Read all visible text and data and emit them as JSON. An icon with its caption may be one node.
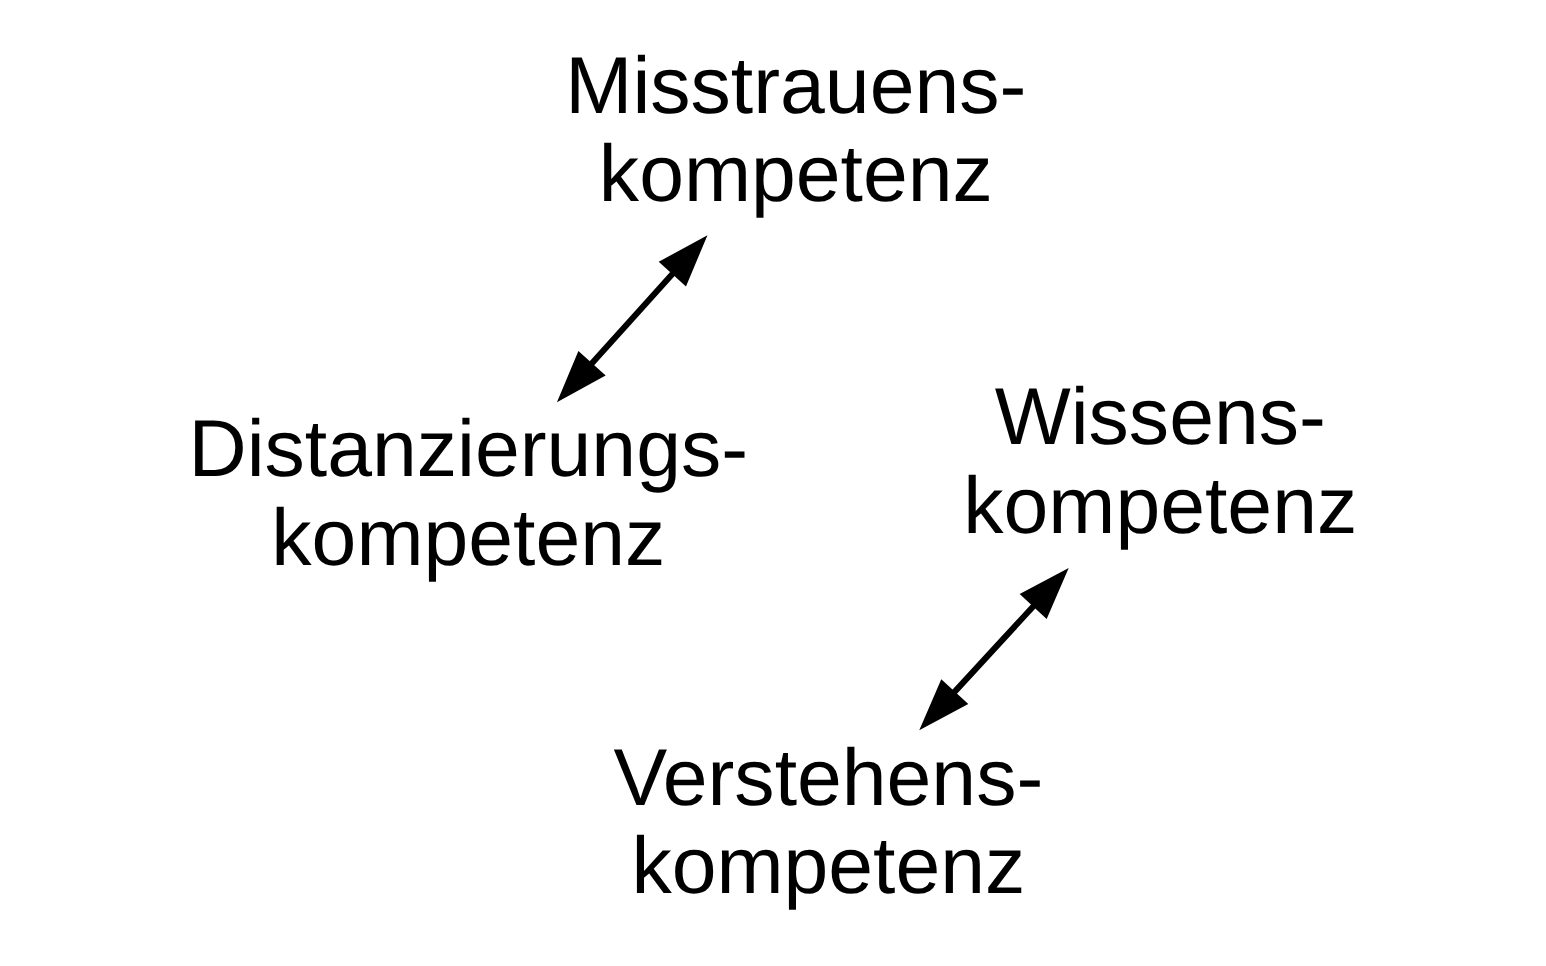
{
  "diagram": {
    "nodes": [
      {
        "text": [
          "Distanzierungs- kompetenz"
        ]
      },
      {
        "text": [
          "Wissens- kompetenz"
        ]
      },
      {
        "text": [
          "Verstehens- kompetenz"
        ]
      },
      {
        "text": [
          "Misstrauens- kompetenz"
        ]
      }
    ],
    "edges": [
      {
        "from": 1,
        "to": 2,
        "arrow": "both"
      },
      {
        "from": 0,
        "to": 3,
        "arrow": "both"
      }
    ]
  }
}
